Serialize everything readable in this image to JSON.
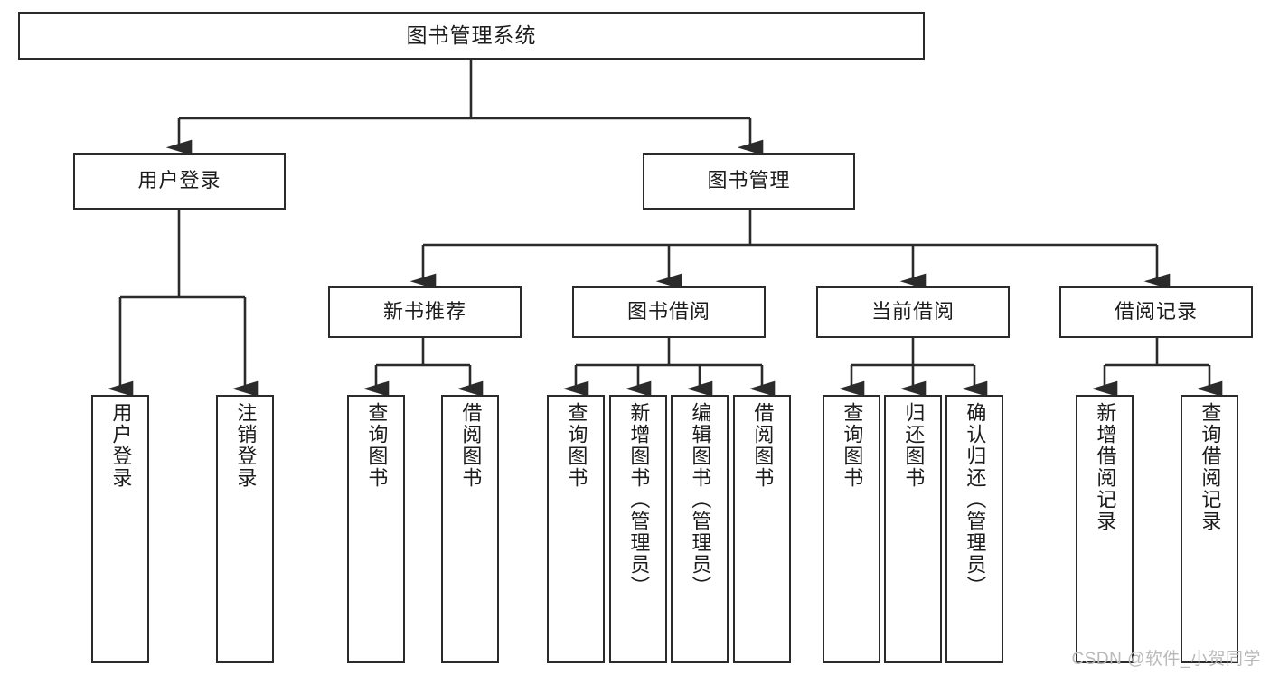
{
  "diagram": {
    "title": "图书管理系统",
    "watermark": "CSDN @软件_小贺同学",
    "colors": {
      "box_border": "#2b2b2b",
      "box_fill": "#ffffff",
      "connector": "#2b2b2b",
      "page_background": "#ffffff",
      "watermark": "#b9b9b9"
    },
    "levels": {
      "root": {
        "label": "图书管理系统"
      },
      "level2": [
        {
          "label": "用户登录"
        },
        {
          "label": "图书管理"
        }
      ],
      "level3": [
        {
          "label": "新书推荐"
        },
        {
          "label": "图书借阅"
        },
        {
          "label": "当前借阅"
        },
        {
          "label": "借阅记录"
        }
      ],
      "leaves": {
        "user_login": [
          {
            "label": "用户登录"
          },
          {
            "label": "注销登录"
          }
        ],
        "new_book_recommend": [
          {
            "label": "查询图书"
          },
          {
            "label": "借阅图书"
          }
        ],
        "book_borrow": [
          {
            "label": "查询图书"
          },
          {
            "label": "新增图书（管理员）"
          },
          {
            "label": "编辑图书（管理员）"
          },
          {
            "label": "借阅图书"
          }
        ],
        "current_borrow": [
          {
            "label": "查询图书"
          },
          {
            "label": "归还图书"
          },
          {
            "label": "确认归还（管理员）"
          }
        ],
        "borrow_records": [
          {
            "label": "新增借阅记录"
          },
          {
            "label": "查询借阅记录"
          }
        ]
      }
    }
  }
}
